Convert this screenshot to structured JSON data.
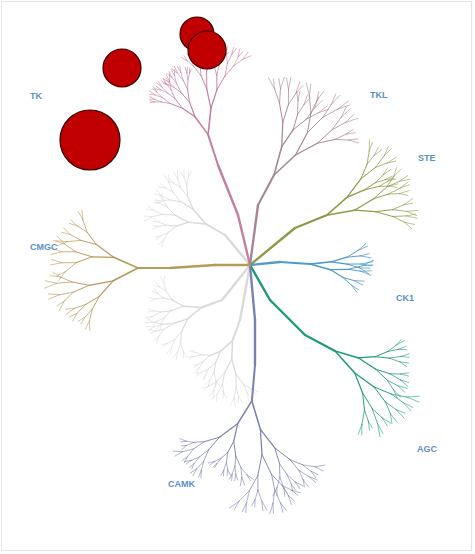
{
  "diagram": {
    "labels": [
      "TK",
      "TKL",
      "STE",
      "CMGC",
      "CK1",
      "AGC",
      "CAMK"
    ]
  }
}
